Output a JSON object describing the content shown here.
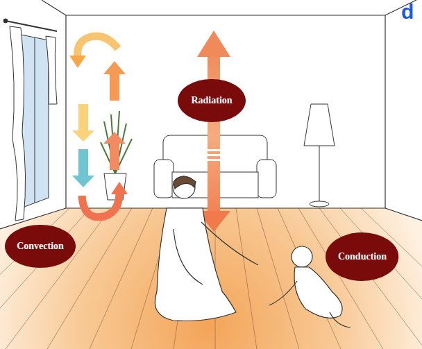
{
  "diagram": {
    "nodes": [
      {
        "text": [
          "Radiation"
        ]
      },
      {
        "text": [
          "Convection"
        ]
      },
      {
        "text": [
          "Conduction"
        ]
      }
    ],
    "edges": [],
    "labels": [
      "d"
    ]
  }
}
